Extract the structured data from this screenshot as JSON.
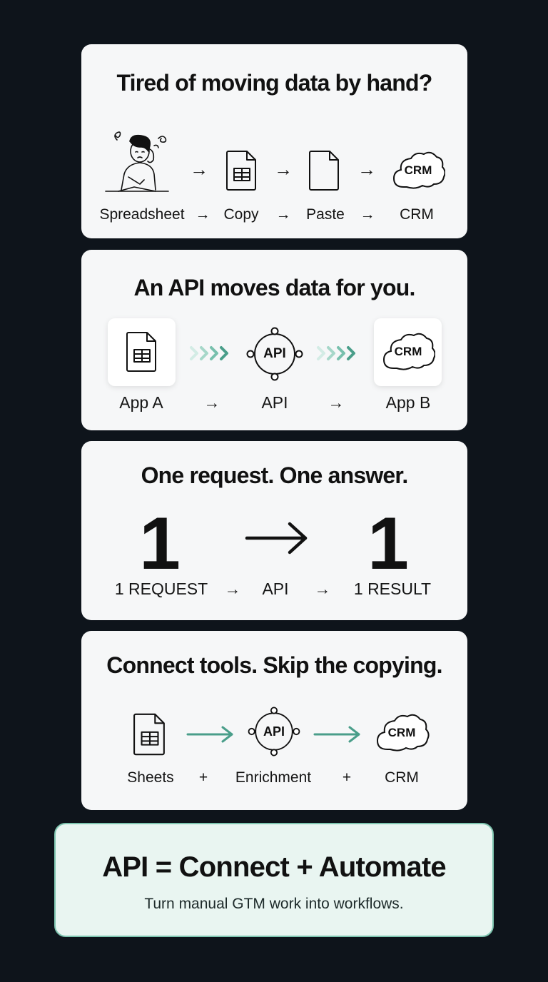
{
  "card1": {
    "title": "Tired of moving data by hand?",
    "labels": [
      "Spreadsheet",
      "Copy",
      "Paste",
      "CRM"
    ],
    "arrow": "→",
    "crm_icon_text": "CRM"
  },
  "card2": {
    "title": "An API moves data for you.",
    "labels": [
      "App A",
      "API",
      "App B"
    ],
    "arrow": "→",
    "api_icon_text": "API",
    "crm_icon_text": "CRM"
  },
  "card3": {
    "title": "One request. One answer.",
    "big_left": "1",
    "big_right": "1",
    "labels": [
      "1 REQUEST",
      "API",
      "1 RESULT"
    ],
    "arrow": "→"
  },
  "card4": {
    "title": "Connect tools. Skip the copying.",
    "labels": [
      "Sheets",
      "Enrichment",
      "CRM"
    ],
    "plus": "+",
    "api_icon_text": "API",
    "crm_icon_text": "CRM",
    "accent_color": "#4a9e8a"
  },
  "card5": {
    "title": "API = Connect + Automate",
    "subtitle": "Turn manual GTM work into workflows."
  },
  "icons": [
    "stressed-person-icon",
    "spreadsheet-icon",
    "document-icon",
    "crm-cloud-icon",
    "api-hub-icon",
    "chevrons-icon",
    "arrow-icon"
  ]
}
